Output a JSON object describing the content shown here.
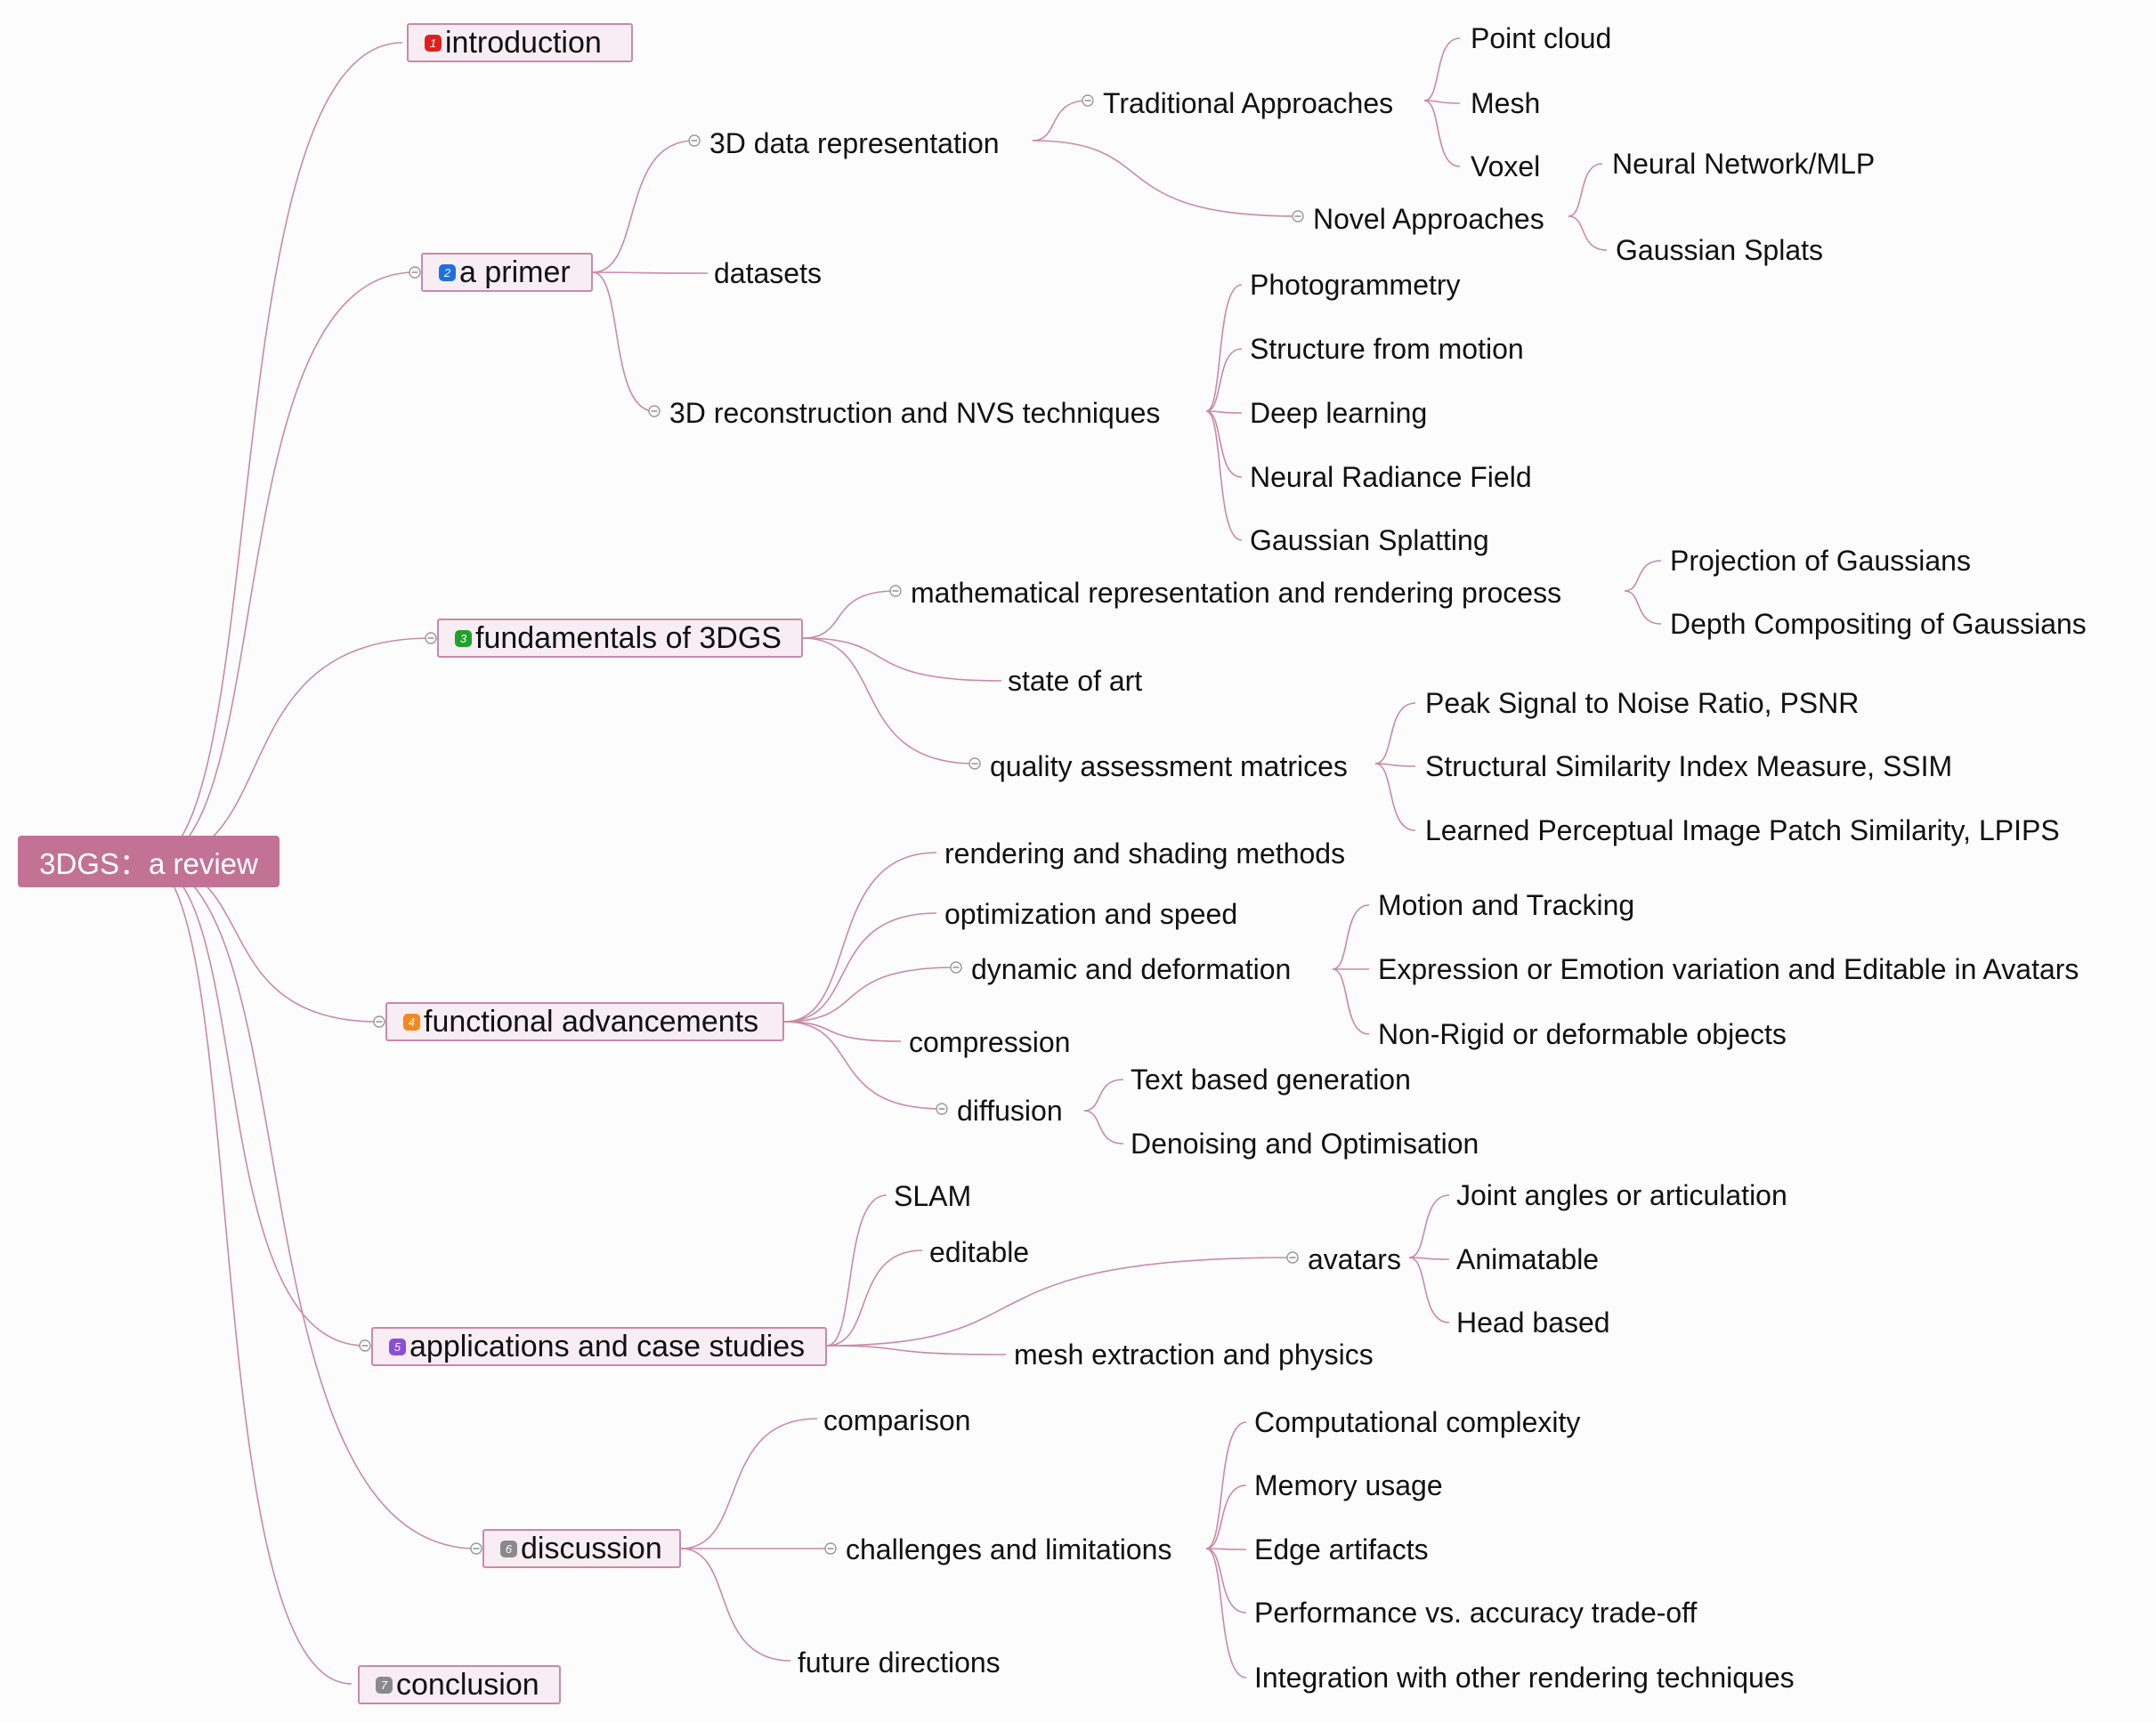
{
  "root": "3DGS：a review",
  "branches": [
    {
      "num": "1",
      "label": "introduction",
      "color": "#e0201c"
    },
    {
      "num": "2",
      "label": "a primer",
      "color": "#1f6fe0",
      "children": {
        "data_rep": "3D data representation",
        "traditional": "Traditional Approaches",
        "trad_items": [
          "Point cloud",
          "Mesh",
          "Voxel"
        ],
        "novel": "Novel Approaches",
        "novel_items": [
          "Neural Network/MLP",
          "Gaussian Splats"
        ],
        "datasets": "datasets",
        "recon": "3D reconstruction and NVS techniques",
        "recon_items": [
          "Photogrammetry",
          "Structure from motion",
          "Deep learning",
          "Neural Radiance Field",
          "Gaussian Splatting"
        ]
      }
    },
    {
      "num": "3",
      "label": "fundamentals of 3DGS",
      "color": "#22a02a",
      "children": {
        "math": "mathematical representation and rendering process",
        "math_items": [
          "Projection of Gaussians",
          "Depth Compositing of Gaussians"
        ],
        "state": "state of art",
        "quality": "quality assessment matrices",
        "quality_items": [
          "Peak Signal to Noise Ratio, PSNR",
          "Structural Similarity Index Measure, SSIM",
          "Learned Perceptual Image Patch Similarity, LPIPS"
        ]
      }
    },
    {
      "num": "4",
      "label": "functional advancements",
      "color": "#f08a1c",
      "children": {
        "rendering": "rendering and shading methods",
        "optimization": "optimization and speed",
        "dynamic": "dynamic and deformation",
        "dynamic_items": [
          "Motion and Tracking",
          "Expression or Emotion variation and Editable in Avatars",
          "Non-Rigid or deformable objects"
        ],
        "compression": "compression",
        "diffusion": "diffusion",
        "diffusion_items": [
          "Text based generation",
          "Denoising and Optimisation"
        ]
      }
    },
    {
      "num": "5",
      "label": "applications and case studies",
      "color": "#8a4fd8",
      "children": {
        "slam": "SLAM",
        "editable": "editable",
        "avatars": "avatars",
        "avatar_items": [
          "Joint angles or articulation",
          "Animatable",
          "Head based"
        ],
        "mesh": "mesh extraction and physics"
      }
    },
    {
      "num": "6",
      "label": "discussion",
      "color": "#8a8a8a",
      "children": {
        "comparison": "comparison",
        "challenges": "challenges and limitations",
        "challenge_items": [
          "Computational complexity",
          "Memory usage",
          "Edge artifacts",
          "Performance vs. accuracy trade-off",
          "Integration with other rendering techniques"
        ],
        "future": "future directions"
      }
    },
    {
      "num": "7",
      "label": "conclusion",
      "color": "#8a8a8a"
    }
  ],
  "colors": {
    "line": "#c98aa6",
    "root_bg": "#c27295",
    "box_bg": "#f8edf2"
  }
}
